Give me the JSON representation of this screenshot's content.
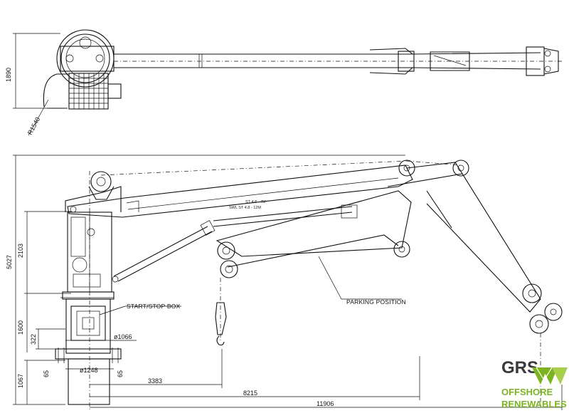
{
  "drawing": {
    "dimensions": {
      "top_height": "1890",
      "radius": "R1540",
      "total_height": "5027",
      "mast_height": "2103",
      "pedestal_height": "1600",
      "base_offset": "322",
      "base_height": "1067",
      "foot_65_left": "65",
      "foot_65_right": "65",
      "pedestal_dia": "ø1248",
      "flange_dia": "ø1066",
      "reach_min": "3383",
      "reach_mid": "8215",
      "reach_max": "11906"
    },
    "labels": {
      "start_stop": "START/STOP BOX",
      "parking": "PARKING POSITION",
      "swl_line1": "ST 4.8 - 7M",
      "swl_line2": "SWL ST 4.8 - 12M"
    }
  },
  "logo": {
    "top": "GRS",
    "line1": "OFFSHORE",
    "line2": "RENEWABLES",
    "colors": {
      "green": "#7ab51d",
      "dark": "#3a3a3a"
    }
  }
}
